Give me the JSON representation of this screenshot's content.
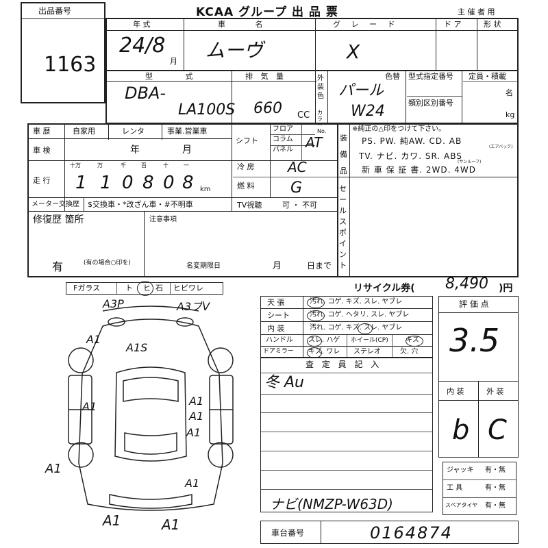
{
  "lot": {
    "label": "出品番号",
    "number": "1163"
  },
  "header": {
    "title": "KCAA グループ 出 品 票",
    "organizer": "主 催 者 用"
  },
  "top_labels": {
    "year": "年 式",
    "car_name": "車 名",
    "grade": "グ レ ー ド",
    "door": "ド ア",
    "shape": "形 状",
    "model": "型 式",
    "displacement": "排 気 量",
    "color_label": "外装色",
    "color_sub": "色替",
    "color_no": "カラーNo.",
    "type_designation": "型式指定番号",
    "category_number": "類別区別番号",
    "capacity": "定員・積載",
    "persons_unit": "名",
    "kg_unit": "kg",
    "month_unit": "月",
    "cc_unit": "CC"
  },
  "values": {
    "year": "24/8",
    "car_name": "ムーヴ",
    "grade": "X",
    "model_prefix": "DBA-",
    "model": "LA100S",
    "displacement": "660",
    "color": "パール",
    "color_code": "W24",
    "shift": "AT",
    "aircon": "AC",
    "fuel": "G",
    "recycle_fee": "8,490",
    "score": "3.5",
    "interior_score": "b",
    "exterior_score": "C",
    "inspector_note": "冬 Au",
    "model_code_note": "ナビ(NMZP-W63D)",
    "chassis_number": "0164874"
  },
  "history": {
    "label": "車 歴",
    "options": [
      "自家用",
      "レンタ",
      "事業.営業車"
    ],
    "inspection_label": "車 検",
    "year_unit": "年",
    "month_unit": "月",
    "mileage_label": "走 行",
    "mileage_units": [
      "十万",
      "万",
      "千",
      "百",
      "十",
      "一"
    ],
    "mileage_digits": [
      "1",
      "1",
      "0",
      "8",
      "0",
      "8"
    ],
    "km_unit": "km",
    "meter_label": "メーター交換歴",
    "meter_note": "$交換車・*改ざん車・#不明車"
  },
  "shift_section": {
    "shift_label": "シフト",
    "positions": [
      "フロア",
      "コラム",
      "パネル"
    ],
    "aircon_label": "冷 房",
    "fuel_label": "燃 料",
    "tv_label": "TV視聴",
    "tv_value": "可 ・ 不可"
  },
  "equipment": {
    "label": "装備品",
    "note": "※純正の△印をつけて下さい。",
    "row1": "PS. PW. 純AW. CD. AB",
    "row2": "TV. ナビ. カワ. SR. ABS",
    "row3": "新 車 保 証 書. 2WD. 4WD",
    "ab_sub": "(エアバック)",
    "sr_sub": "(サンルーフ)"
  },
  "sales_point": "セールスポイント",
  "repair": {
    "label": "修復歴 箇所",
    "value": "有",
    "note": "(有の場合○印を)"
  },
  "notes_label": "注意事項",
  "transfer": {
    "label": "名変期限日",
    "month": "月",
    "day_until": "日まで"
  },
  "glass": {
    "label": "Fガラス",
    "options": [
      "ト",
      "ヒ",
      "石",
      "ヒビワレ"
    ]
  },
  "recycle_label": "リサイクル券(",
  "recycle_unit": ")円",
  "condition": [
    {
      "label": "天 張",
      "items": "汚れ. コゲ. キズ. スレ. ヤブレ"
    },
    {
      "label": "シート",
      "items": "汚れ. コゲ. ヘタリ. スレ. ヤブレ"
    },
    {
      "label": "内 装",
      "items": "汚れ. コゲ. キズ. スレ. ヤブレ"
    },
    {
      "label": "ハンドル",
      "items": "スレ. ハゲ",
      "extra1": "ホイール(CP)",
      "extra2": "キズ"
    },
    {
      "label": "ドアミラー",
      "items": "キズ. ワレ",
      "extra1": "ステレオ",
      "extra2": "欠. 穴"
    }
  ],
  "inspector": {
    "label": "査 定 員 記 入"
  },
  "scores": {
    "label": "評 価 点",
    "interior_label": "内 装",
    "exterior_label": "外 装"
  },
  "accessories": [
    {
      "label": "ジャッキ",
      "value": "有・無"
    },
    {
      "label": "工 具",
      "value": "有・無"
    },
    {
      "label": "スペアタイヤ",
      "value": "有・無"
    }
  ],
  "chassis_label": "車台番号",
  "diagram_marks": {
    "front_left": "A3P",
    "front_right": "A3ブV",
    "fender_left": "A1",
    "hood": "A1S",
    "door_r1": "A1",
    "door_r2": "A1",
    "door_r3": "A1",
    "wheel_left": "A1",
    "wheel_right": "A1",
    "rear_left": "A1",
    "rear_right": "A1",
    "side_left": "A1"
  }
}
